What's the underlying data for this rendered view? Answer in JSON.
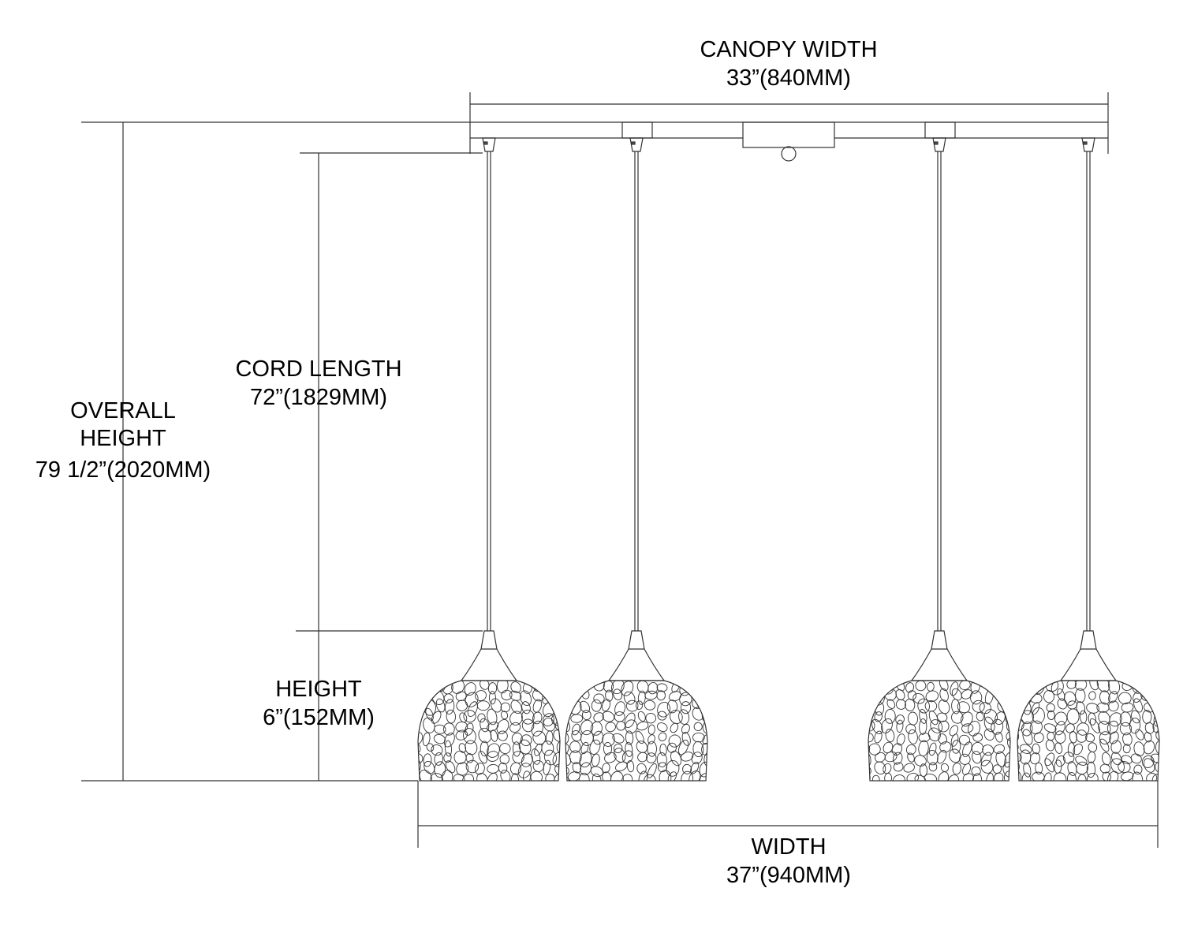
{
  "canopy_width": {
    "label": "CANOPY WIDTH",
    "value": "33”(840MM)"
  },
  "overall_height": {
    "label_line1": "OVERALL",
    "label_line2": "HEIGHT",
    "value": "79 1/2”(2020MM)"
  },
  "cord_length": {
    "label": "CORD LENGTH",
    "value": "72”(1829MM)"
  },
  "height": {
    "label": "HEIGHT",
    "value": "6”(152MM)"
  },
  "width": {
    "label": "WIDTH",
    "value": "37”(940MM)"
  },
  "pendant_count": 4
}
